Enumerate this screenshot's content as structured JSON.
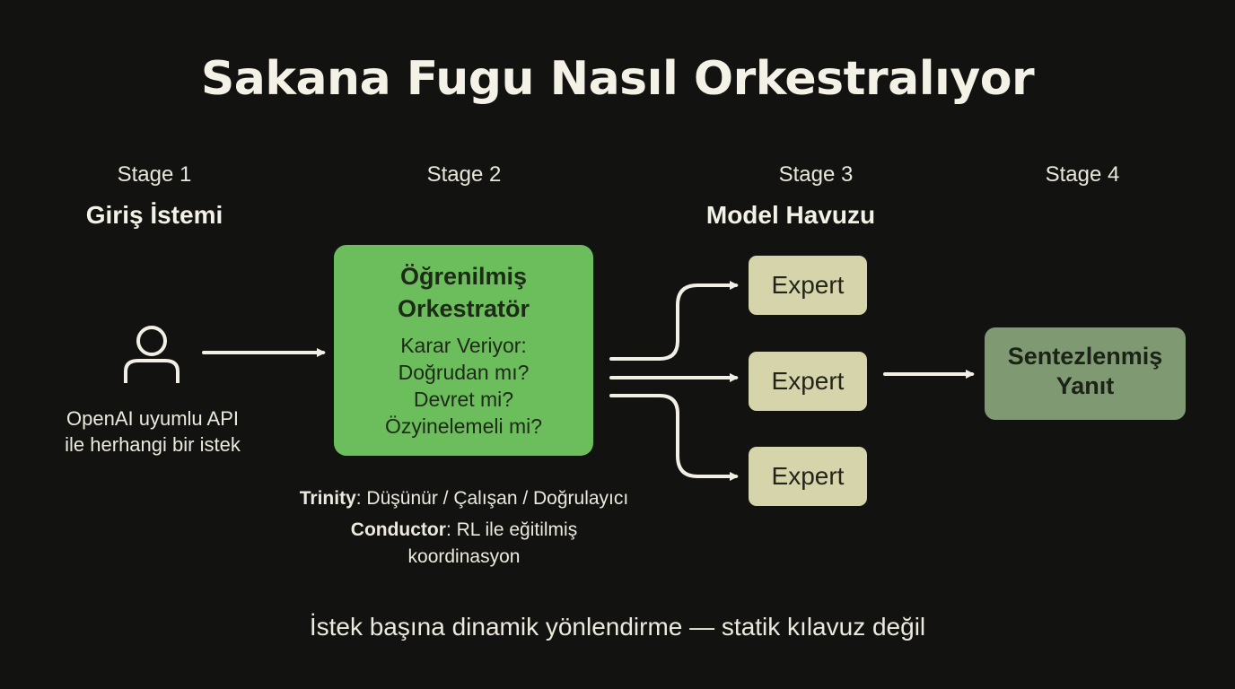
{
  "title": "Sakana Fugu Nasıl Orkestralıyor",
  "stages": [
    {
      "label": "Stage 1",
      "name": "Giriş İstemi"
    },
    {
      "label": "Stage 2",
      "name": ""
    },
    {
      "label": "Stage 3",
      "name": "Model Havuzu"
    },
    {
      "label": "Stage 4",
      "name": ""
    }
  ],
  "input": {
    "icon": "user-icon",
    "description_lines": [
      "OpenAI uyumlu API",
      "ile herhangi bir istek"
    ]
  },
  "orchestrator": {
    "title_lines": [
      "Öğrenilmiş",
      "Orkestratör"
    ],
    "decision_lines": [
      "Karar Veriyor:",
      "Doğrudan mı?",
      "Devret mi?",
      "Özyinelemeli mi?"
    ],
    "color": "#6cbd5c"
  },
  "details": {
    "trinity_label": "Trinity",
    "trinity_text": ": Düşünür / Çalışan / Doğrulayıcı",
    "conductor_label": "Conductor",
    "conductor_text": ": RL ile eğitilmiş",
    "conductor_text_2": "koordinasyon"
  },
  "experts": [
    {
      "label": "Expert"
    },
    {
      "label": "Expert"
    },
    {
      "label": "Expert"
    }
  ],
  "output": {
    "lines": [
      "Sentezlenmiş",
      "Yanıt"
    ],
    "color": "#7f9a72"
  },
  "footer": "İstek başına dinamik yönlendirme — statik kılavuz değil",
  "colors": {
    "background": "#121210",
    "arrow": "#f2efe4",
    "expert": "#d6d4aa"
  }
}
